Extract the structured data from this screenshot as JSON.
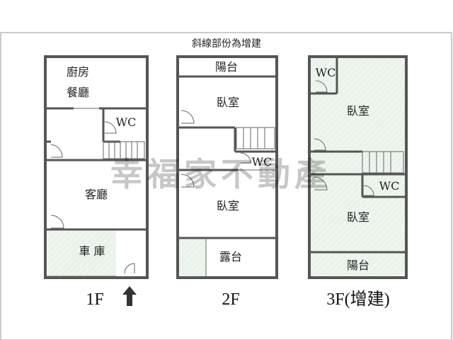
{
  "note": "斜線部份為增建",
  "watermark": "幸福家不動產",
  "floors": {
    "f1": {
      "label": "1F",
      "rooms": {
        "kitchen": "廚房",
        "dining": "餐廳",
        "wc": "WC",
        "living": "客廳",
        "garage": "車 庫"
      }
    },
    "f2": {
      "label": "2F",
      "rooms": {
        "balcony": "陽台",
        "bedroom_front": "臥室",
        "wc": "WC",
        "bedroom_back": "臥室",
        "terrace": "露台"
      }
    },
    "f3": {
      "label": "3F(增建)",
      "rooms": {
        "wc_top": "WC",
        "bedroom_front": "臥室",
        "wc_mid": "WC",
        "bedroom_back": "臥室",
        "balcony": "陽台"
      }
    }
  },
  "colors": {
    "addition_fill": "#e9f1e9",
    "wall": "#555555",
    "watermark": "#000000"
  }
}
